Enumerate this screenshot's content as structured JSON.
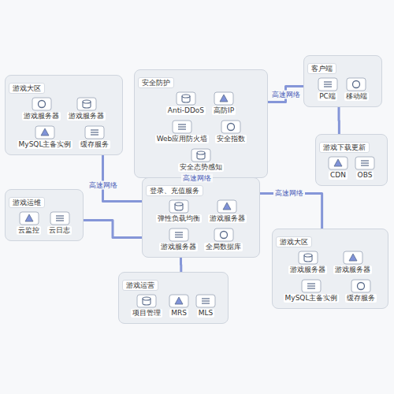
{
  "diagram": {
    "nodes": [
      {
        "text": [
          "游戏大区"
        ]
      },
      {
        "text": [
          "游戏服务器"
        ],
        "in": 0
      },
      {
        "text": [
          "游戏服务器"
        ],
        "in": 0
      },
      {
        "text": [
          "MySQL主备实例"
        ],
        "in": 0
      },
      {
        "text": [
          "缓存服务"
        ],
        "in": 0
      },
      {
        "text": [
          "安全防护"
        ]
      },
      {
        "text": [
          "Anti-DDoS"
        ],
        "in": 5
      },
      {
        "text": [
          "高防IP"
        ],
        "in": 5
      },
      {
        "text": [
          "Web应用防火墙"
        ],
        "in": 5
      },
      {
        "text": [
          "安全指数"
        ],
        "in": 5
      },
      {
        "text": [
          "安全态势感知"
        ],
        "in": 5
      },
      {
        "text": [
          "客户端"
        ]
      },
      {
        "text": [
          "PC端"
        ],
        "in": 11
      },
      {
        "text": [
          "移动端"
        ],
        "in": 11
      },
      {
        "text": [
          "游戏下载更新"
        ]
      },
      {
        "text": [
          "CDN"
        ],
        "in": 14
      },
      {
        "text": [
          "OBS"
        ],
        "in": 14
      },
      {
        "text": [
          "登录、充值服务"
        ]
      },
      {
        "text": [
          "弹性负载均衡"
        ],
        "in": 17
      },
      {
        "text": [
          "游戏服务器"
        ],
        "in": 17
      },
      {
        "text": [
          "游戏服务器"
        ],
        "in": 17
      },
      {
        "text": [
          "全局数据库"
        ],
        "in": 17
      },
      {
        "text": [
          "游戏运维"
        ]
      },
      {
        "text": [
          "云监控"
        ],
        "in": 22
      },
      {
        "text": [
          "云日志"
        ],
        "in": 22
      },
      {
        "text": [
          "游戏运营"
        ]
      },
      {
        "text": [
          "项目管理"
        ],
        "in": 25
      },
      {
        "text": [
          "MRS"
        ],
        "in": 25
      },
      {
        "text": [
          "MLS"
        ],
        "in": 25
      },
      {
        "text": [
          "游戏大区"
        ]
      },
      {
        "text": [
          "游戏服务器"
        ],
        "in": 29
      },
      {
        "text": [
          "游戏服务器"
        ],
        "in": 29
      },
      {
        "text": [
          "MySQL主备实例"
        ],
        "in": 29
      },
      {
        "text": [
          "缓存服务"
        ],
        "in": 29
      }
    ],
    "edges": [
      {
        "from": 0,
        "to": 17,
        "label": "高速网络",
        "arrow": "none"
      },
      {
        "from": 5,
        "to": 17,
        "label": "高速网络",
        "arrow": "none"
      },
      {
        "from": 17,
        "to": 29,
        "label": "高速网络",
        "arrow": "none"
      },
      {
        "from": 17,
        "to": 22,
        "arrow": "none"
      },
      {
        "from": 17,
        "to": 25,
        "arrow": "none"
      },
      {
        "from": 11,
        "to": 5,
        "label": "高速网络",
        "arrow": "none"
      },
      {
        "from": 11,
        "to": 14,
        "arrow": "none"
      }
    ]
  }
}
